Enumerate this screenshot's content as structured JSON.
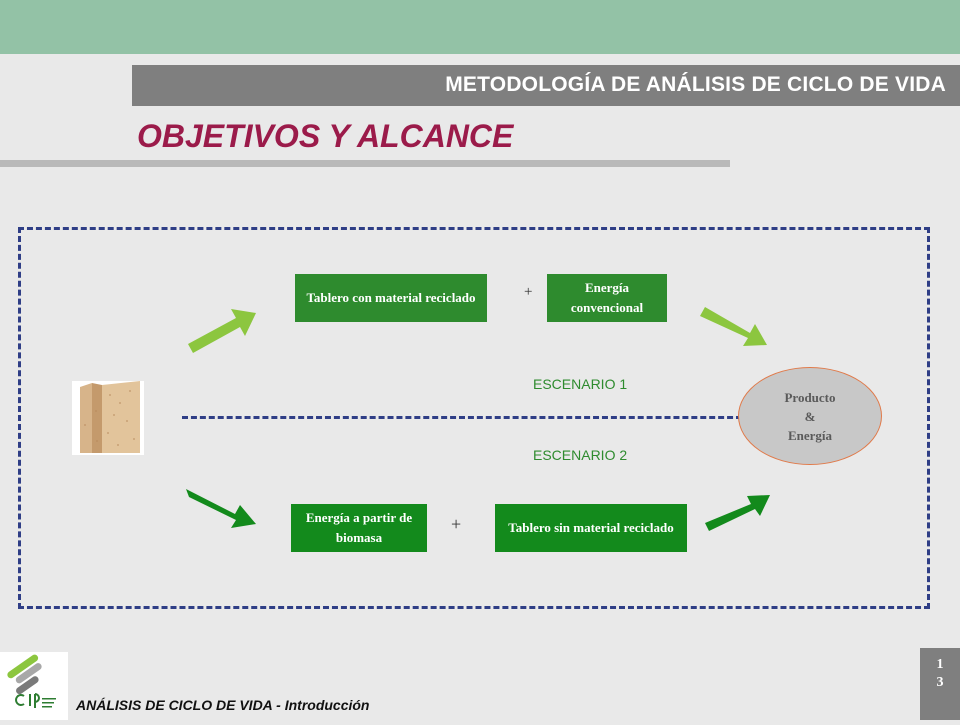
{
  "header": {
    "section_title": "METODOLOGÍA DE ANÁLISIS DE CICLO DE VIDA",
    "slide_title": "OBJETIVOS Y ALCANCE"
  },
  "diagram": {
    "scenario1": {
      "box1": "Tablero con material reciclado",
      "plus": "+",
      "box2": "Energía convencional",
      "label": "ESCENARIO 1"
    },
    "scenario2": {
      "box1": "Energía a partir de biomasa",
      "plus": "+",
      "box2": "Tablero sin material reciclado",
      "label": "ESCENARIO 2"
    },
    "result": {
      "line1": "Producto",
      "line2": "&",
      "line3": "Energía"
    }
  },
  "footer": {
    "text": "ANÁLISIS DE CICLO DE VIDA - Introducción",
    "page_top": "1",
    "page_bottom": "3"
  },
  "colors": {
    "title": "#9b1b4a",
    "light_arrow": "#8cc63f",
    "dark_arrow": "#138a1c",
    "frame": "#2f3e86"
  }
}
